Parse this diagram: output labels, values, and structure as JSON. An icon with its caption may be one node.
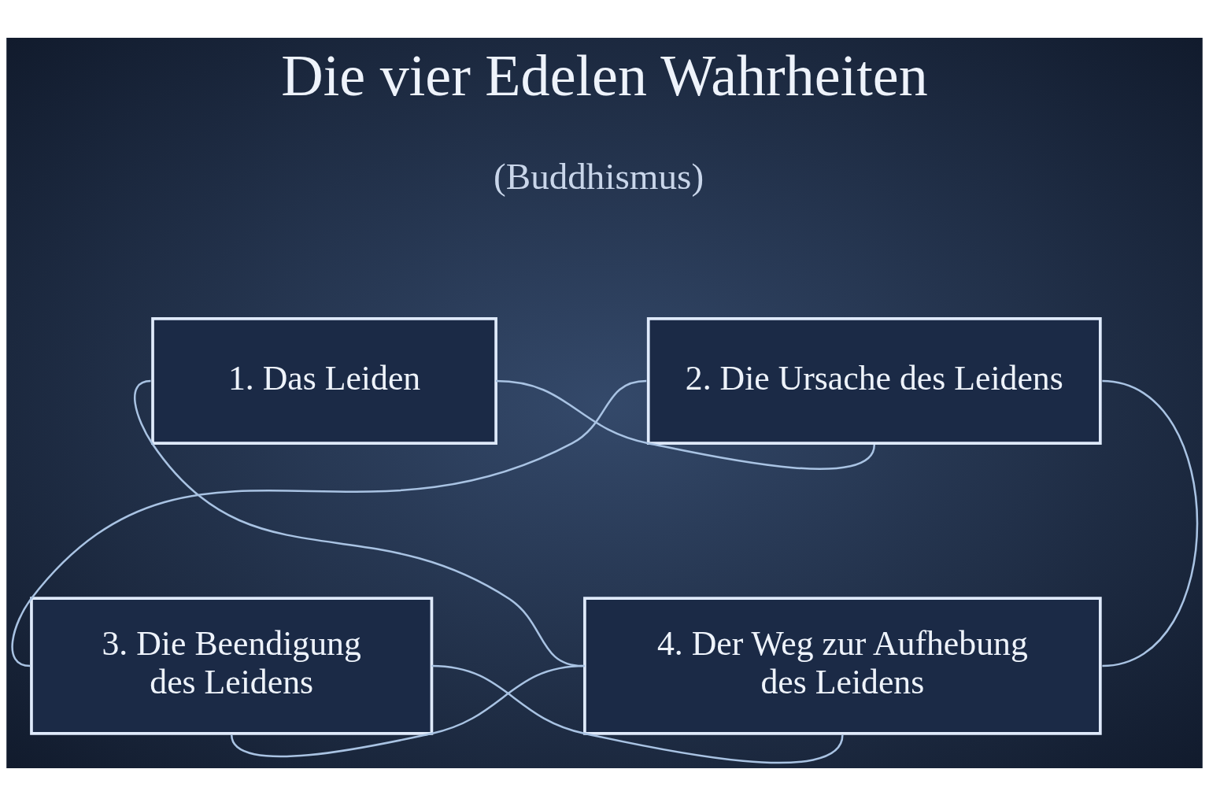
{
  "diagram": {
    "title": "Die vier Edelen Wahrheiten",
    "nodes": [
      {
        "text": [
          "1. Das Leiden"
        ]
      },
      {
        "text": [
          "2. Die Ursache des Leidens"
        ]
      },
      {
        "text": [
          "3. Die Beendigung des Leidens"
        ]
      },
      {
        "text": [
          "4. Der Weg zur Aufhebung des Leidens"
        ]
      }
    ],
    "edges": [
      {
        "from": 0,
        "to": 1,
        "arrow": "none"
      },
      {
        "from": 1,
        "to": 2,
        "arrow": "none"
      },
      {
        "from": 0,
        "to": 3,
        "arrow": "none"
      },
      {
        "from": 2,
        "to": 3,
        "arrow": "none"
      },
      {
        "from": 1,
        "to": 3,
        "arrow": "none"
      },
      {
        "from": 3,
        "to": 2,
        "arrow": "none"
      }
    ],
    "labels": [
      "(Buddhismus)"
    ]
  }
}
